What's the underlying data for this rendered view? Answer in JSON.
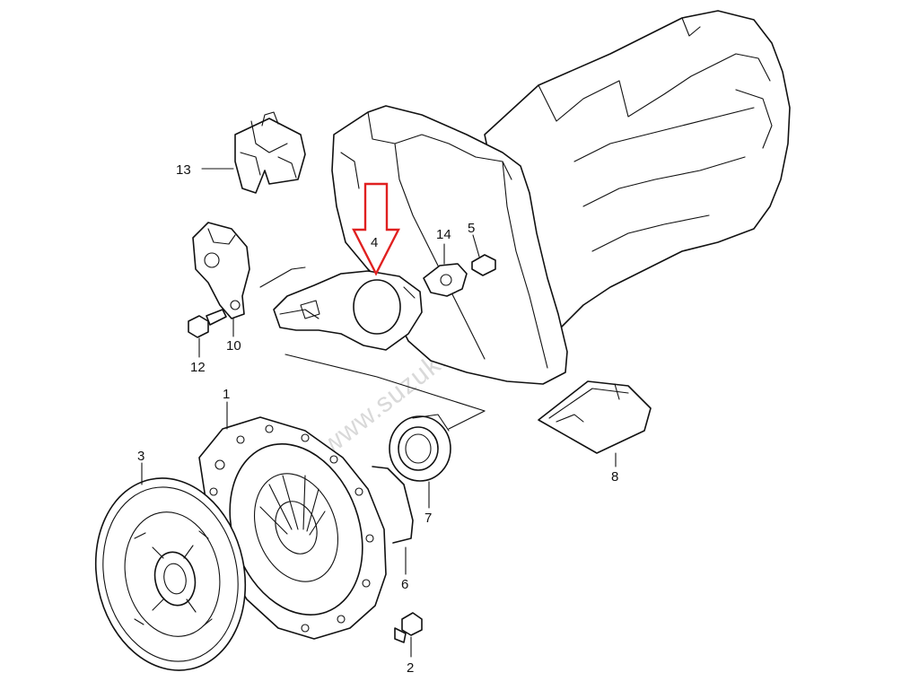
{
  "watermark": "www.suzuki-diely.sk",
  "highlight_color": "#e02020",
  "line_color": "#111111",
  "callouts": [
    {
      "id": "1",
      "label": "1"
    },
    {
      "id": "2",
      "label": "2"
    },
    {
      "id": "3",
      "label": "3"
    },
    {
      "id": "4",
      "label": "4"
    },
    {
      "id": "5",
      "label": "5"
    },
    {
      "id": "6",
      "label": "6"
    },
    {
      "id": "7",
      "label": "7"
    },
    {
      "id": "8",
      "label": "8"
    },
    {
      "id": "10",
      "label": "10"
    },
    {
      "id": "12",
      "label": "12"
    },
    {
      "id": "13",
      "label": "13"
    },
    {
      "id": "14",
      "label": "14"
    }
  ]
}
